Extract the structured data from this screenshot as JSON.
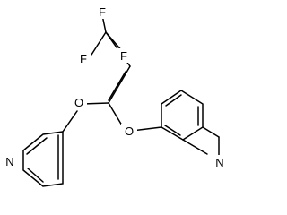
{
  "atoms": {
    "fluorine_1": "F",
    "fluorine_2": "F",
    "fluorine_3": "F",
    "oxygen_left": "O",
    "oxygen_right": "O",
    "nitrogen_left": "N",
    "nitrogen_right": "N"
  },
  "colors": {
    "bond": "#000000",
    "label": "#000000",
    "background": "#ffffff"
  }
}
